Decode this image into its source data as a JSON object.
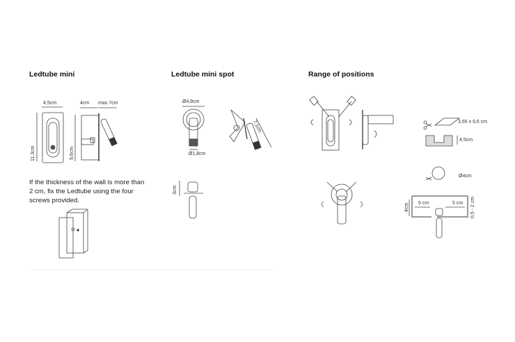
{
  "sections": {
    "ledtube_mini": {
      "title": "Ledtube mini",
      "width": "4,5cm",
      "height": "11,3cm",
      "depth": "4cm",
      "reach": "max.7cm",
      "body_height": "9,6cm",
      "note": "If the thickness of the wall is more than 2 cm, fix the Ledtube using the four screws provided."
    },
    "ledtube_mini_spot": {
      "title": "Ledtube mini spot",
      "plate_diameter": "Ø4,8cm",
      "tube_diameter": "Ø1,8cm",
      "length": "7,1cm",
      "depth": "3cm"
    },
    "range_of_positions": {
      "title": "Range of positions",
      "cutout_rect": "3,65 x 9,6 cm",
      "cutout_depth": "4,5cm",
      "cutout_round": "Ø4cm",
      "ceiling_height": "4cm",
      "clearance_left": "5 cm",
      "clearance_right": "5 cm",
      "wall_thickness": "0,5 - 2 cm"
    }
  }
}
